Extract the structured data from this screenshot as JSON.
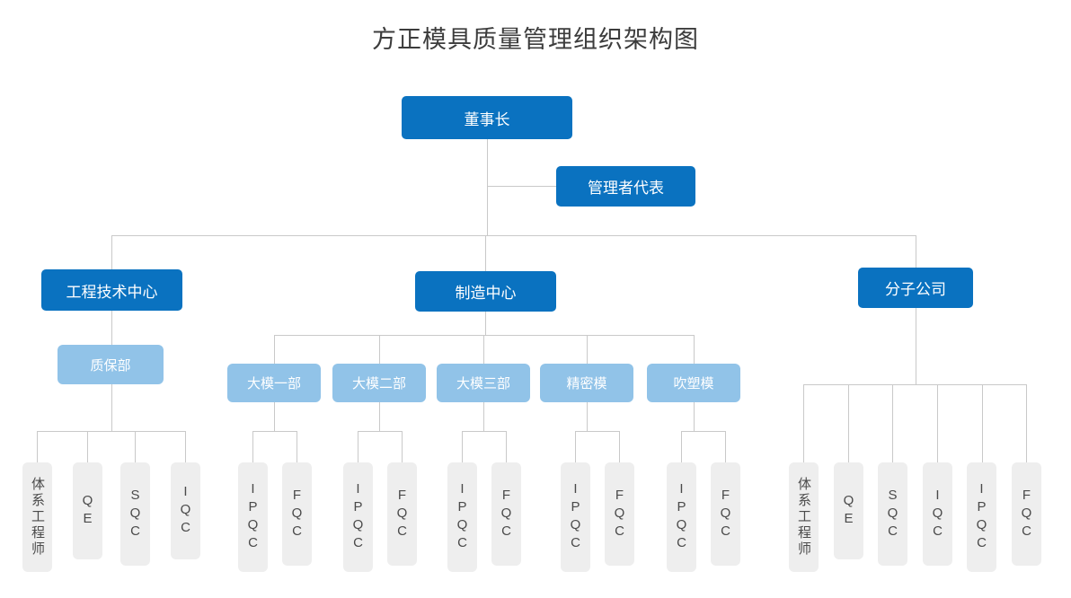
{
  "title": "方正模具质量管理组织架构图",
  "colors": {
    "primary": "#0a72c0",
    "secondary": "#91c3e8",
    "leaf_bg": "#eeeeee",
    "line": "#c9c9c9",
    "title_text": "#3c3c3c",
    "leaf_text": "#4a4a4a",
    "node_text": "#ffffff",
    "background": "#ffffff"
  },
  "nodes": {
    "chairman": "董事长",
    "management_rep": "管理者代表",
    "engineering_center": "工程技术中心",
    "manufacturing_center": "制造中心",
    "subsidiary": "分子公司",
    "quality_assurance": "质保部",
    "mold_dept_1": "大模一部",
    "mold_dept_2": "大模二部",
    "mold_dept_3": "大模三部",
    "precision_mold": "精密模",
    "blow_mold": "吹塑模"
  },
  "leaves": {
    "qa": [
      {
        "label": "体系工程师"
      },
      {
        "label": "QE"
      },
      {
        "label": "SQC"
      },
      {
        "label": "IQC"
      }
    ],
    "mold1": [
      {
        "label": "IPQC"
      },
      {
        "label": "FQC"
      }
    ],
    "mold2": [
      {
        "label": "IPQC"
      },
      {
        "label": "FQC"
      }
    ],
    "mold3": [
      {
        "label": "IPQC"
      },
      {
        "label": "FQC"
      }
    ],
    "precision": [
      {
        "label": "IPQC"
      },
      {
        "label": "FQC"
      }
    ],
    "blow": [
      {
        "label": "IPQC"
      },
      {
        "label": "FQC"
      }
    ],
    "subsidiary": [
      {
        "label": "体系工程师"
      },
      {
        "label": "QE"
      },
      {
        "label": "SQC"
      },
      {
        "label": "IQC"
      },
      {
        "label": "IPQC"
      },
      {
        "label": "FQC"
      }
    ]
  }
}
